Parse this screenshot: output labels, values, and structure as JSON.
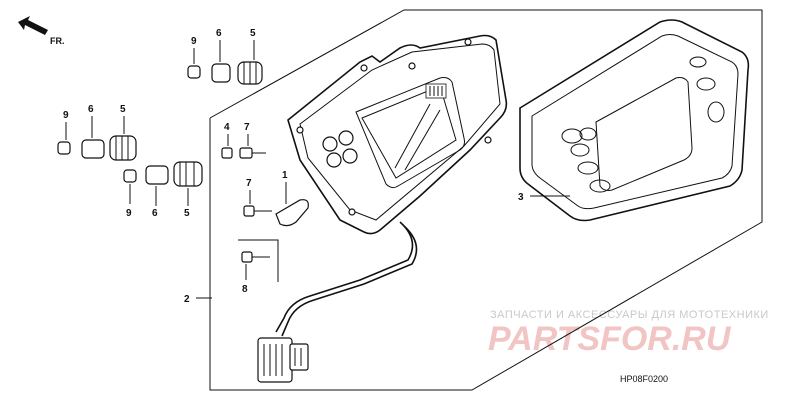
{
  "diagram": {
    "direction_label": "FR.",
    "part_code": "HP08F0200",
    "watermark": {
      "subtitle": "ЗАПЧАСТИ И АКСЕССУАРЫ ДЛЯ МОТОТЕХНИКИ",
      "brand": "PARTSFOR.RU"
    },
    "callouts": {
      "c1": "1",
      "c2": "2",
      "c3": "3",
      "c4": "4",
      "c5a": "5",
      "c5b": "5",
      "c5c": "5",
      "c6a": "6",
      "c6b": "6",
      "c6c": "6",
      "c7a": "7",
      "c7b": "7",
      "c8": "8",
      "c9a": "9",
      "c9b": "9",
      "c9c": "9"
    }
  }
}
